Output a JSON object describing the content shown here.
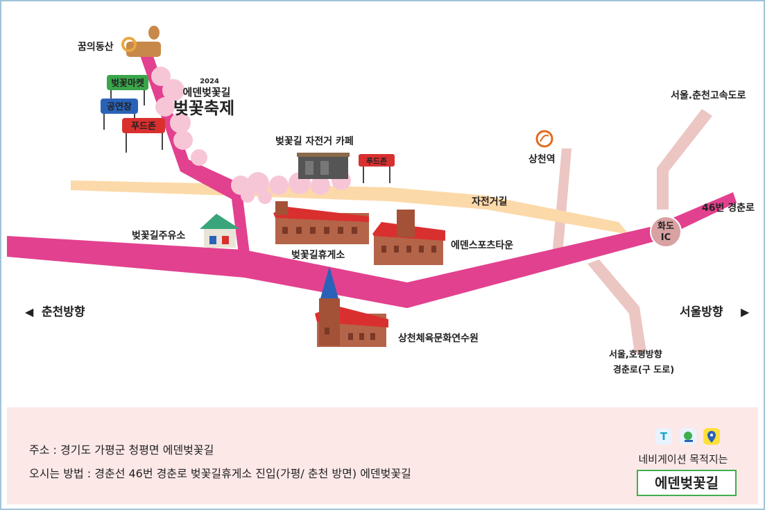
{
  "labels": {
    "dream_hill": "꿈의동산",
    "cherry_market": "벚꽃마켓",
    "stage": "공연장",
    "food_zone_1": "푸드존",
    "festival_year": "2024",
    "festival_title": "에덴벚꽃길",
    "festival_sub": "벚꽃축제",
    "bike_cafe": "벚꽃길 자전거 카페",
    "food_zone_2": "푸드존",
    "sangcheon_station": "상천역",
    "bike_road": "자전거길",
    "seoul_chuncheon_expressway": "서울.춘천고속도로",
    "gas_station": "벚꽃길주유소",
    "rest_area": "벚꽃길휴게소",
    "eden_sports_town": "에덴스포츠타운",
    "road_46": "46번 경춘로",
    "hwado_ic_1": "화도",
    "hwado_ic_2": "IC",
    "to_chuncheon": "춘천방향",
    "to_seoul": "서울방향",
    "youth_center": "상천체육문화연수원",
    "old_road_line1": "서울,호평방향",
    "old_road_line2": "경춘로(구 도로)"
  },
  "info": {
    "address": "주소 : 경기도 가평군 청평면 에덴벚꽃길",
    "directions": "오시는 방법 : 경춘선 46번 경춘로 벚꽃길휴게소 진입(가평/ 춘천 방면) 에덴벚꽃길",
    "nav_caption": "네비게이션 목적지는",
    "nav_destination": "에덴벚꽃길",
    "app_icons": [
      "T",
      "map-icon",
      "pin-icon"
    ]
  },
  "colors": {
    "main_road": "#e2418f",
    "bike_road": "#fcd9a8",
    "side_road": "#ecc6c2",
    "info_bg": "#fde8e8",
    "nav_border": "#3fae4d",
    "station_orange": "#e26a1c"
  }
}
